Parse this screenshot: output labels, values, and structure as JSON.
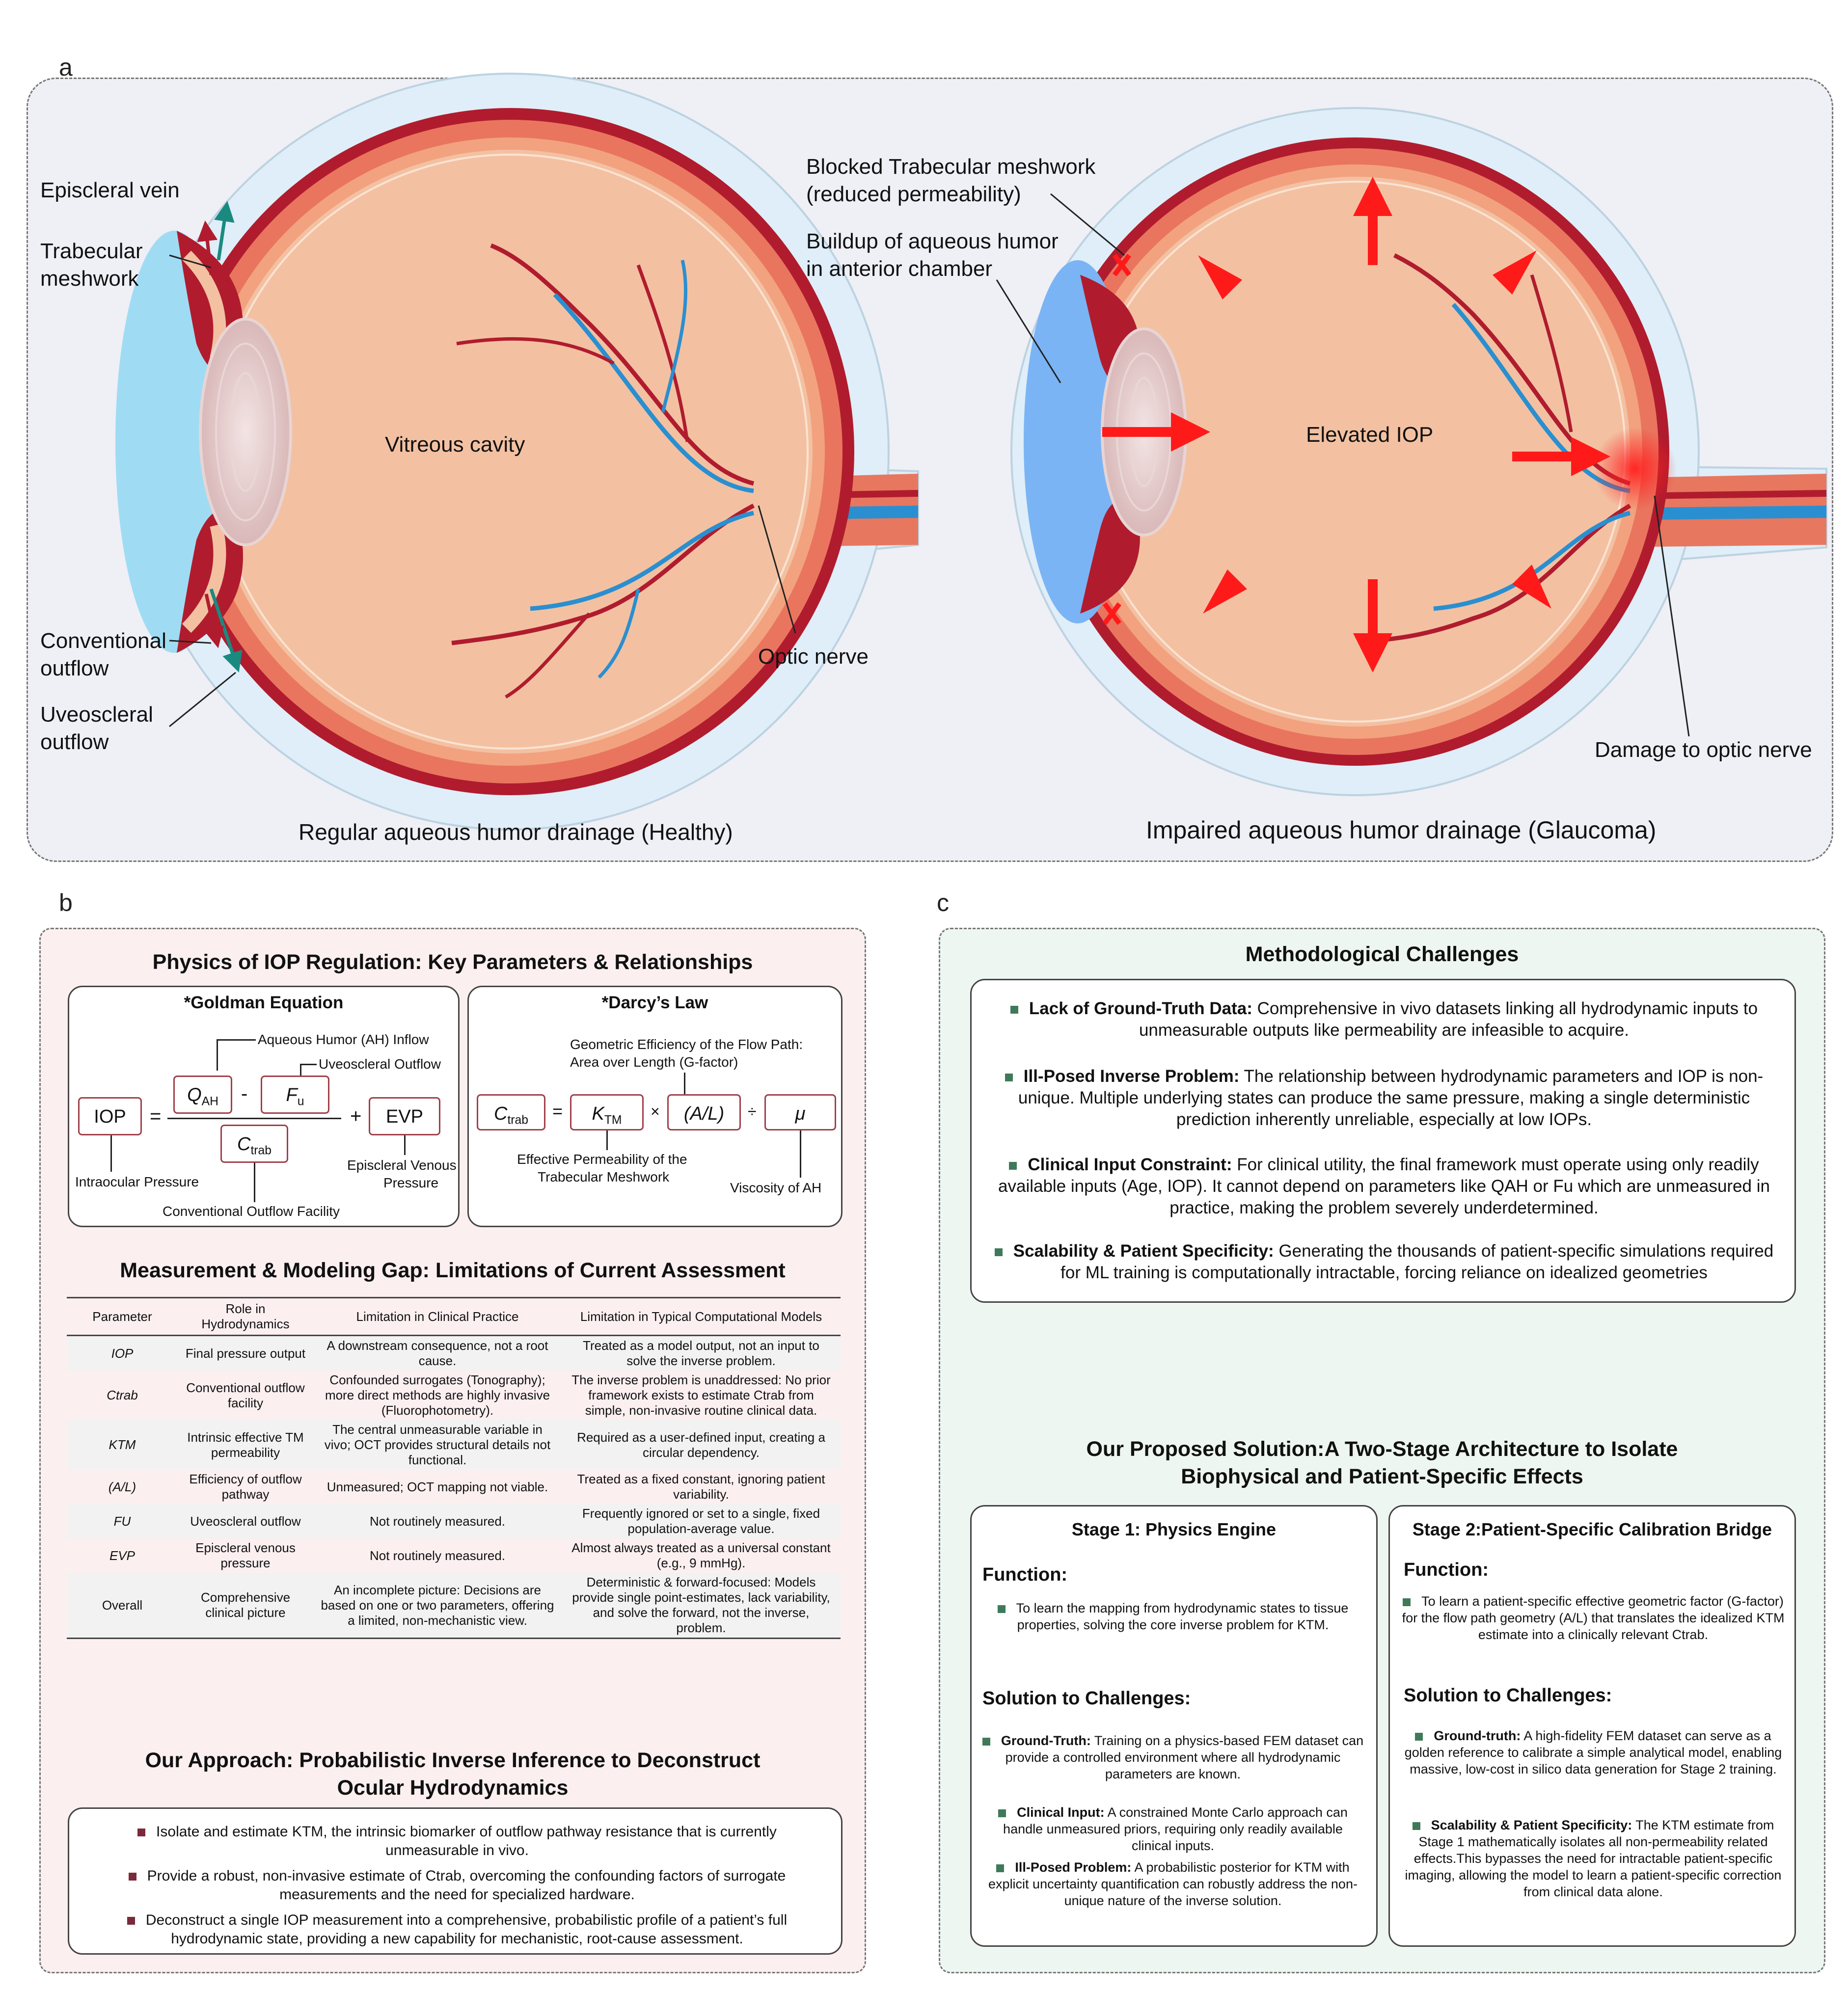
{
  "panel_a": {
    "letter": "a",
    "left_labels": {
      "episcleral_vein": "Episcleral vein",
      "trabecular_1": "Trabecular",
      "trabecular_2": "meshwork",
      "conventional_1": "Conventional",
      "conventional_2": "outflow",
      "uveoscleral_1": "Uveoscleral",
      "uveoscleral_2": "outflow",
      "vitreous": "Vitreous cavity",
      "optic_nerve": "Optic nerve",
      "caption": "Regular aqueous humor drainage (Healthy)"
    },
    "right_labels": {
      "blocked_1": "Blocked Trabecular  meshwork",
      "blocked_2": "(reduced permeability)",
      "buildup_1": "Buildup of aqueous humor",
      "buildup_2": "in anterior chamber",
      "elevated": "Elevated IOP",
      "damage": "Damage to optic nerve",
      "caption": "Impaired aqueous humor drainage (Glaucoma)"
    },
    "colors": {
      "background": "#efeff6",
      "sclera": "#dfeef8",
      "vessel_red": "#b01c2e",
      "vessel_blue": "#2a8fd0",
      "pressure_red": "#ff1a1a"
    }
  },
  "panel_b": {
    "letter": "b",
    "physics_title": "Physics of IOP Regulation: Key Parameters & Relationships",
    "goldman": {
      "title": "*Goldman Equation",
      "iop": "IOP",
      "eq": "=",
      "q": "Q",
      "q_sub": "AH",
      "minus": "-",
      "f": "F",
      "f_sub": "u",
      "c": "C",
      "c_sub": "trab",
      "plus": "+",
      "evp": "EVP",
      "label_inflow": "Aqueous Humor (AH) Inflow",
      "label_uveo": "Uveoscleral Outflow",
      "label_iop": "Intraocular Pressure",
      "label_evp_1": "Episcleral Venous",
      "label_evp_2": "Pressure",
      "label_cof": "Conventional Outflow Facility"
    },
    "darcy": {
      "title": "*Darcy’s Law",
      "c": "C",
      "c_sub": "trab",
      "eq": "=",
      "k": "K",
      "k_sub": "TM",
      "times": "×",
      "al": "(A/L)",
      "div": "÷",
      "mu": "μ",
      "label_geo_1": "Geometric Efficiency of the Flow Path:",
      "label_geo_2": "Area over Length (G-factor)",
      "label_k_1": "Effective Permeability of the",
      "label_k_2": "Trabecular Meshwork",
      "label_mu": "Viscosity of AH"
    },
    "gap_title": "Measurement & Modeling Gap: Limitations of Current Assessment",
    "table": {
      "headers": [
        "Parameter",
        "Role in Hydrodynamics",
        "Limitation in Clinical Practice",
        "Limitation in Typical Computational Models"
      ],
      "rows": [
        [
          "IOP",
          "Final pressure output",
          "A downstream consequence, not a root cause.",
          "Treated as a model output, not an input to solve the inverse problem."
        ],
        [
          "Ctrab",
          "Conventional outflow facility",
          "Confounded surrogates (Tonography); more direct methods are highly invasive (Fluorophotometry).",
          "The inverse problem is unaddressed: No prior framework exists to estimate Ctrab from simple, non-invasive routine clinical data."
        ],
        [
          "KTM",
          "Intrinsic effective TM permeability",
          "The central unmeasurable variable in vivo; OCT provides structural details not functional.",
          "Required as a user-defined input, creating a circular dependency."
        ],
        [
          "(A/L)",
          "Efficiency of outflow pathway",
          "Unmeasured; OCT mapping not viable.",
          "Treated as a fixed constant, ignoring patient variability."
        ],
        [
          "FU",
          "Uveoscleral outflow",
          "Not routinely measured.",
          "Frequently ignored or set to a single, fixed population-average value."
        ],
        [
          "EVP",
          "Episcleral venous pressure",
          "Not routinely measured.",
          "Almost always treated as a universal constant (e.g., 9 mmHg)."
        ],
        [
          "Overall",
          "Comprehensive clinical picture",
          "An incomplete picture: Decisions are based on one or two parameters, offering a limited, non-mechanistic view.",
          "Deterministic & forward-focused: Models provide single point-estimates, lack variability, and solve the forward, not the inverse, problem."
        ]
      ]
    },
    "approach_title_1": "Our Approach: Probabilistic Inverse Inference to Deconstruct",
    "approach_title_2": "Ocular Hydrodynamics",
    "approach_bullets": [
      "Isolate and estimate KTM, the intrinsic biomarker of outflow pathway resistance that is currently unmeasurable in vivo.",
      "Provide a robust, non-invasive estimate of Ctrab, overcoming the confounding factors of surrogate measurements and the need for specialized hardware.",
      "Deconstruct a single IOP measurement into a comprehensive, probabilistic profile of a patient’s full hydrodynamic state, providing a new capability for mechanistic, root-cause assessment."
    ],
    "colors": {
      "background": "#fbeff0",
      "bullet": "#7a2a3a",
      "box_border": "#a0404a"
    }
  },
  "panel_c": {
    "letter": "c",
    "challenges_title": "Methodological Challenges",
    "challenges": [
      {
        "head": "Lack of Ground-Truth Data:",
        "text": "Comprehensive in vivo datasets linking all hydrodynamic inputs to unmeasurable outputs like permeability are infeasible to acquire."
      },
      {
        "head": "Ill-Posed Inverse Problem:",
        "text": "The relationship between hydrodynamic parameters and IOP is non-unique. Multiple underlying states can produce the same pressure, making a single deterministic prediction inherently unreliable, especially at low IOPs."
      },
      {
        "head": "Clinical Input Constraint:",
        "text": "For clinical utility, the final framework must operate using only readily available inputs (Age, IOP). It cannot depend on parameters like QAH or Fu which are unmeasured in practice, making the problem severely underdetermined."
      },
      {
        "head": "Scalability & Patient Specificity:",
        "text": "Generating the thousands of patient-specific simulations required for ML training is computationally intractable, forcing reliance on idealized geometries"
      }
    ],
    "solution_title_1": "Our Proposed Solution:A Two-Stage Architecture to Isolate",
    "solution_title_2": "Biophysical and Patient-Specific Effects",
    "stage1": {
      "title": "Stage 1: Physics Engine",
      "function_head": "Function:",
      "function_text": "To learn the mapping from hydrodynamic states to tissue properties, solving the core inverse problem  for KTM.",
      "solution_head": "Solution to Challenges:",
      "items": [
        {
          "head": "Ground-Truth:",
          "text": "Training on a physics-based FEM dataset can provide a controlled environment where all hydrodynamic parameters are known."
        },
        {
          "head": "Clinical Input:",
          "text": "A constrained Monte Carlo approach can handle unmeasured priors, requiring only readily available clinical inputs."
        },
        {
          "head": "Ill-Posed Problem:",
          "text": "A probabilistic posterior for KTM with explicit uncertainty quantification can robustly address the non-unique nature of the inverse solution."
        }
      ]
    },
    "stage2": {
      "title": "Stage 2:Patient-Specific Calibration Bridge",
      "function_head": "Function:",
      "function_text": "To learn a patient-specific effective geometric factor (G-factor) for the flow path geometry (A/L) that translates the idealized KTM estimate into a clinically relevant Ctrab.",
      "solution_head": "Solution to Challenges:",
      "items": [
        {
          "head": "Ground-truth:",
          "text": "A high-fidelity FEM dataset can serve as a golden reference to calibrate a simple analytical model, enabling massive, low-cost in silico data generation for Stage 2 training."
        },
        {
          "head": "Scalability & Patient Specificity:",
          "text": "The KTM estimate from Stage 1 mathematically isolates all non-permeability related effects.This bypasses the need for intractable patient-specific imaging, allowing the model to learn a patient-specific correction  from clinical data alone."
        }
      ]
    },
    "colors": {
      "background": "#eef6f1",
      "bullet": "#3e7a5a"
    }
  }
}
